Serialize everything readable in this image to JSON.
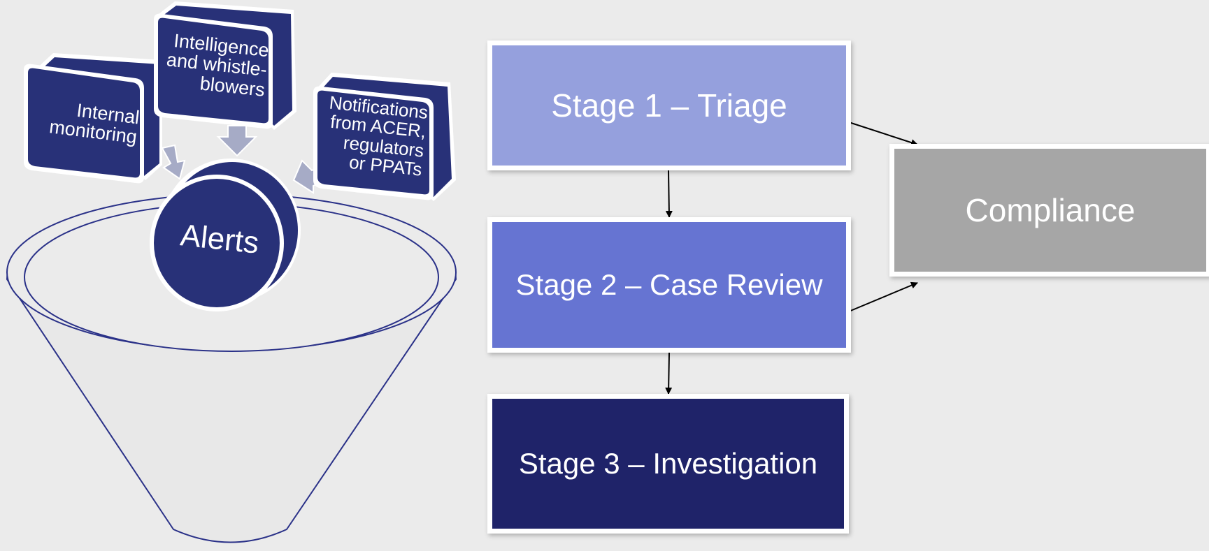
{
  "funnel": {
    "sources": [
      {
        "id": "internal",
        "label": "Internal monitoring"
      },
      {
        "id": "intel",
        "label": "Intelligence and whistle-blowers"
      },
      {
        "id": "notif",
        "label": "Notifications from ACER, regulators or PPATs"
      }
    ],
    "alerts_label": "Alerts"
  },
  "stages": {
    "stage1": "Stage 1 – Triage",
    "stage2": "Stage 2 – Case Review",
    "stage3": "Stage 3 – Investigation"
  },
  "compliance": "Compliance",
  "colors": {
    "background": "#ebebeb",
    "source_box": "#283178",
    "stage1": "#95a0dd",
    "stage2": "#6674d2",
    "stage3": "#1f2369",
    "compliance": "#a6a6a6",
    "funnel_fill": "#e8e8e8",
    "funnel_outline": "#2a3188",
    "feed_arrows": "#a6abc6"
  }
}
